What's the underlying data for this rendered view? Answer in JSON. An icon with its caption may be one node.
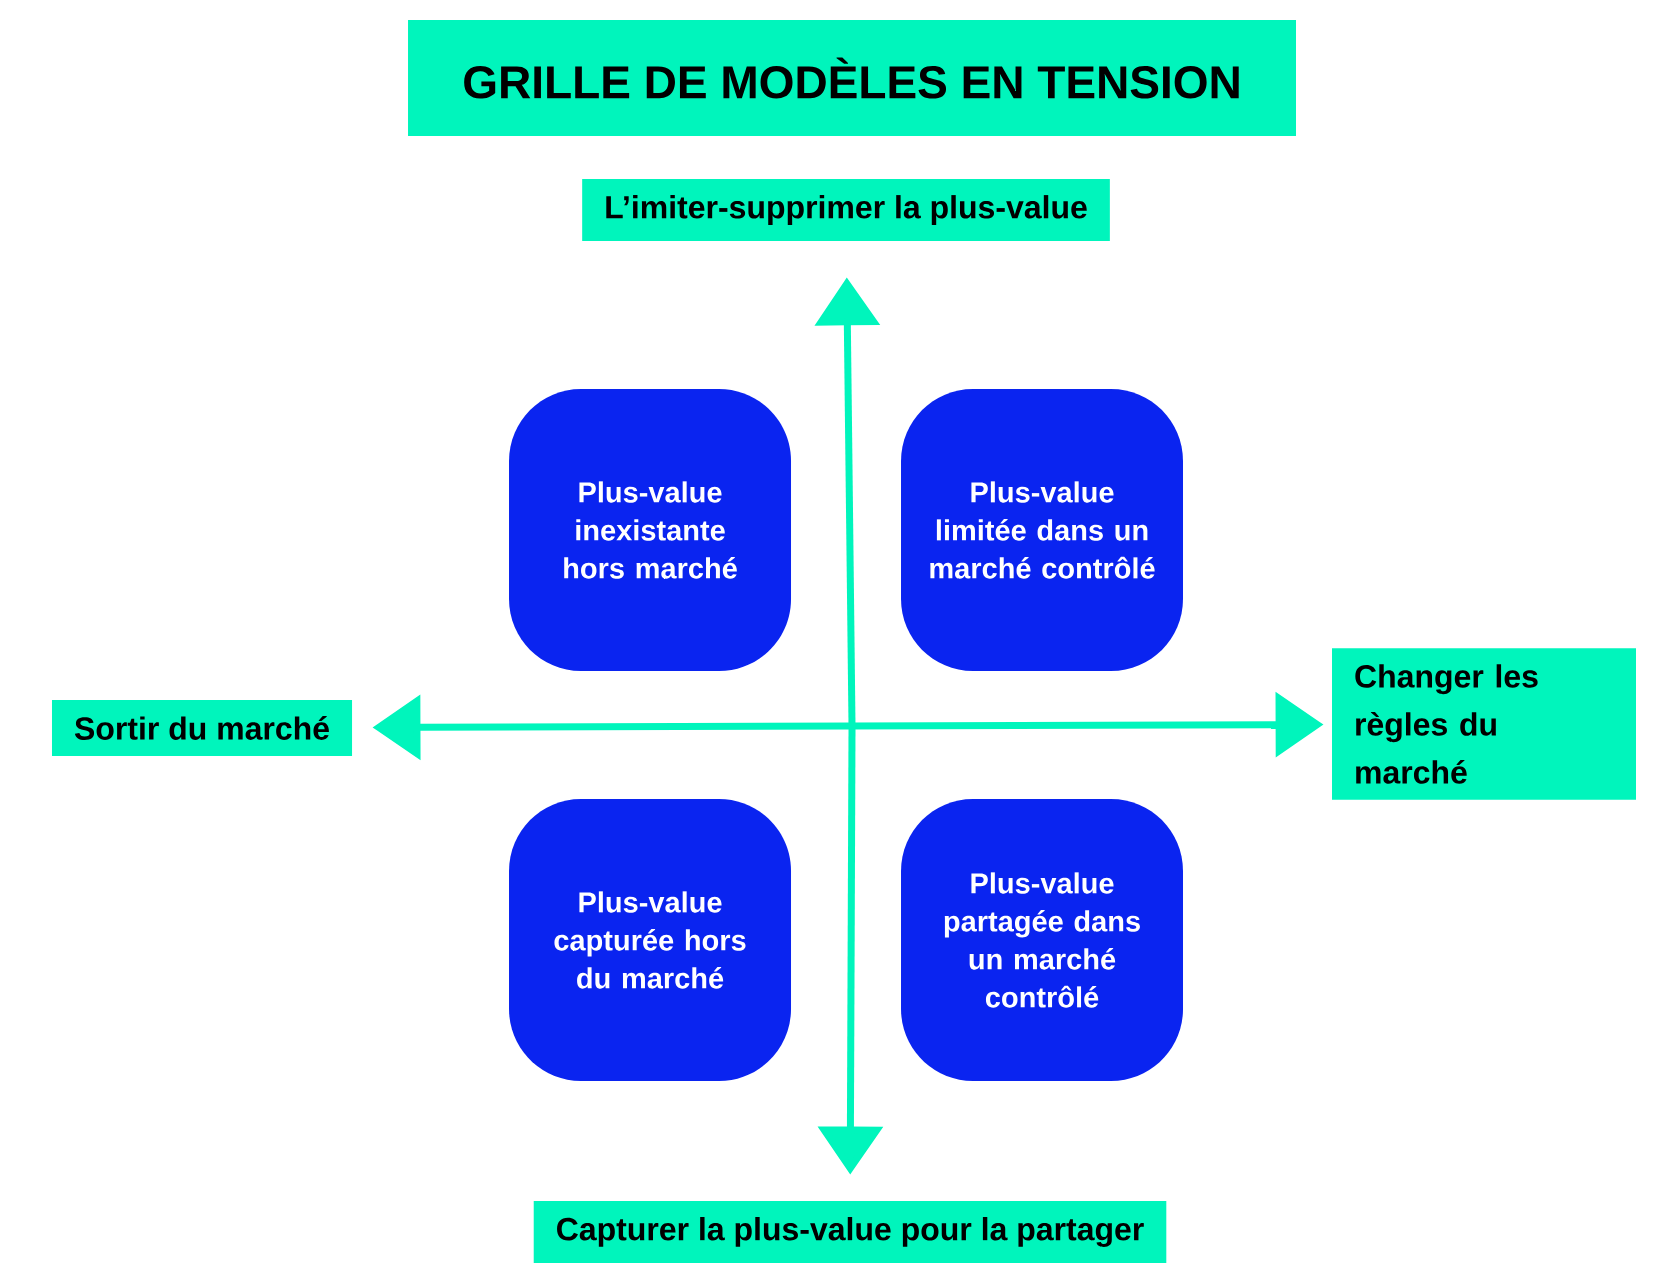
{
  "diagram": {
    "title": "GRILLE DE MODÈLES EN TENSION",
    "nodes": [
      {
        "text": [
          "L’imiter-supprimer la plus-value"
        ]
      },
      {
        "text": [
          "Sortir du marché"
        ]
      },
      {
        "text": [
          "Changer les règles du marché"
        ]
      },
      {
        "text": [
          "Capturer la plus-value pour la partager"
        ]
      },
      {
        "text": [
          "Plus-value inexistante hors marché"
        ]
      },
      {
        "text": [
          "Plus-value limitée dans un marché contrôlé"
        ]
      },
      {
        "text": [
          "Plus-value capturée hors du marché"
        ]
      },
      {
        "text": [
          "Plus-value partagée dans un marché contrôlé"
        ]
      }
    ],
    "edges": [
      {
        "from": null,
        "to": 0,
        "arrow": "to"
      },
      {
        "from": null,
        "to": 1,
        "arrow": "to"
      },
      {
        "from": null,
        "to": 2,
        "arrow": "to"
      },
      {
        "from": null,
        "to": 3,
        "arrow": "to"
      }
    ]
  }
}
